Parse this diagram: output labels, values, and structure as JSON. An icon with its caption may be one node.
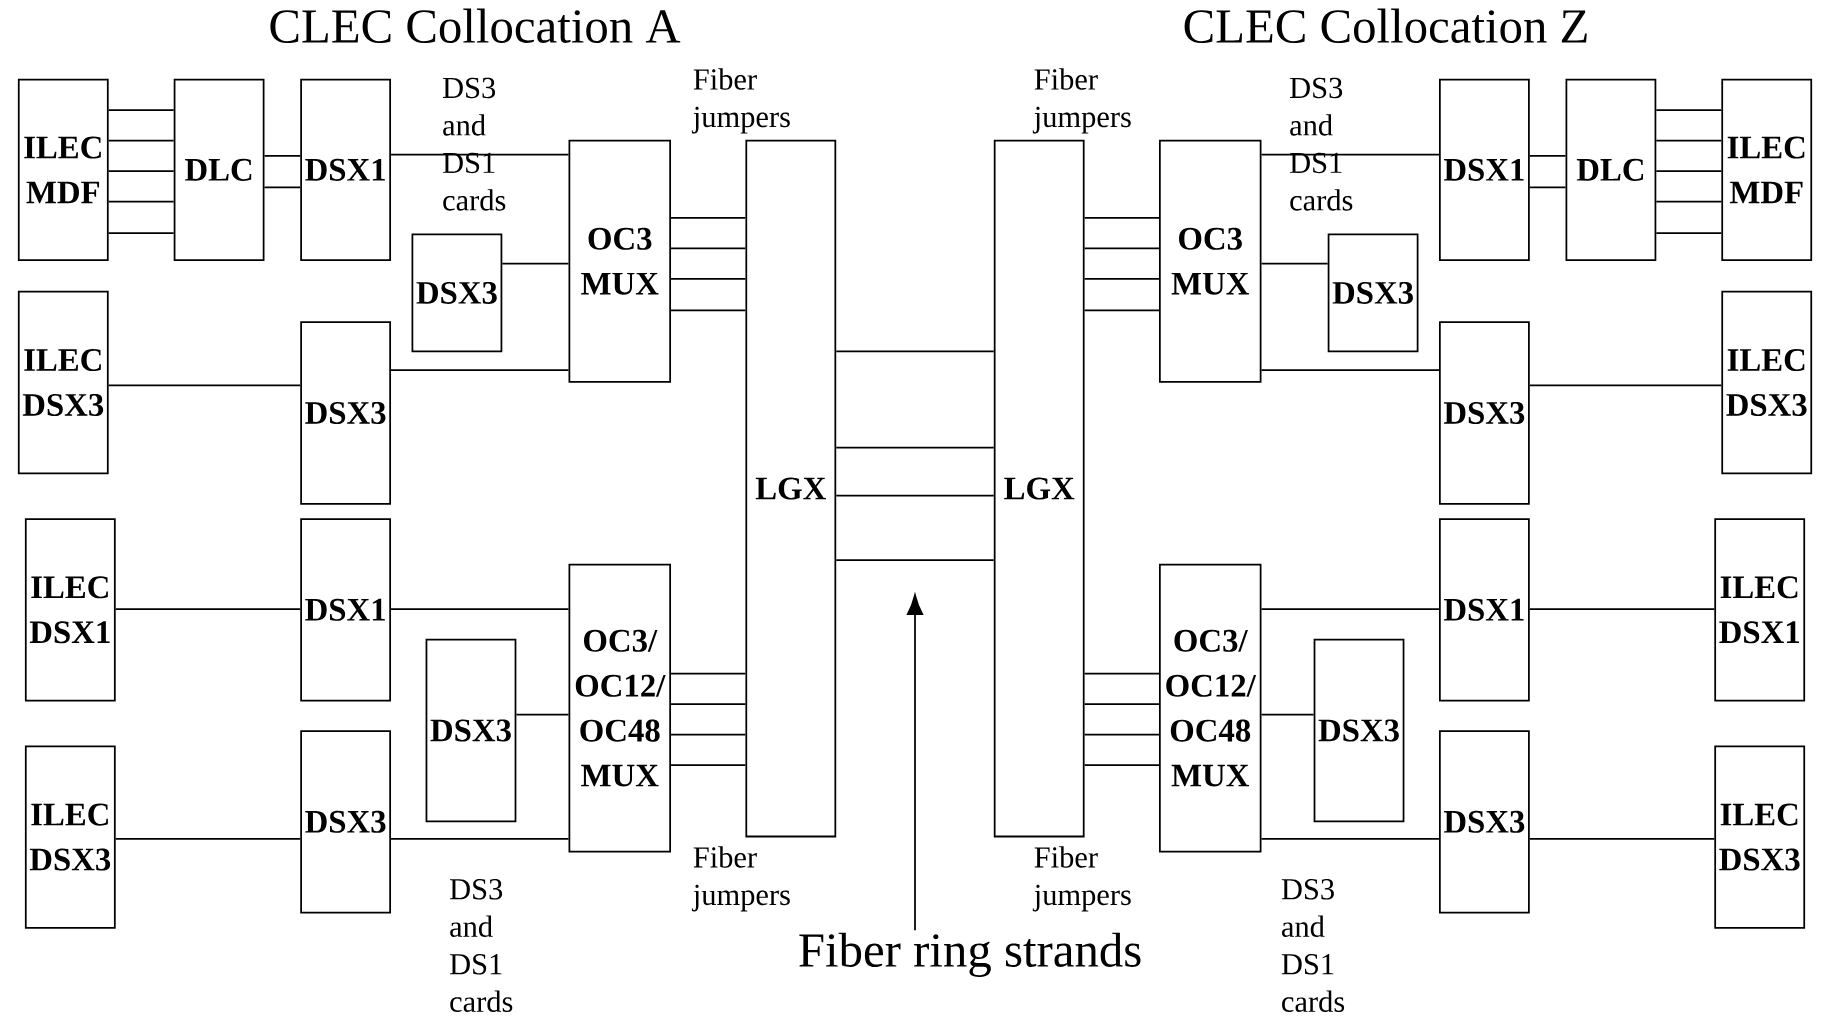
{
  "diagram": {
    "nodes": [
      {
        "text": [
          "ILEC MDF"
        ]
      },
      {
        "text": [
          "DLC"
        ]
      },
      {
        "text": [
          "DSX1"
        ]
      },
      {
        "text": [
          "DSX3"
        ]
      },
      {
        "text": [
          "OC3 MUX"
        ]
      },
      {
        "text": [
          "ILEC DSX3"
        ]
      },
      {
        "text": [
          "DSX3"
        ]
      },
      {
        "text": [
          "LGX"
        ]
      },
      {
        "text": [
          "ILEC DSX1"
        ]
      },
      {
        "text": [
          "DSX1"
        ]
      },
      {
        "text": [
          "DSX3"
        ]
      },
      {
        "text": [
          "OC3/ OC12/ OC48 MUX"
        ]
      },
      {
        "text": [
          "ILEC DSX3"
        ]
      },
      {
        "text": [
          "DSX3"
        ]
      },
      {
        "text": [
          "LGX"
        ]
      },
      {
        "text": [
          "OC3 MUX"
        ]
      },
      {
        "text": [
          "DSX3"
        ]
      },
      {
        "text": [
          "DSX1"
        ]
      },
      {
        "text": [
          "DLC"
        ]
      },
      {
        "text": [
          "ILEC MDF"
        ]
      },
      {
        "text": [
          "DSX3"
        ]
      },
      {
        "text": [
          "ILEC DSX3"
        ]
      },
      {
        "text": [
          "OC3/ OC12/ OC48 MUX"
        ]
      },
      {
        "text": [
          "DSX3"
        ]
      },
      {
        "text": [
          "DSX1"
        ]
      },
      {
        "text": [
          "ILEC DSX1"
        ]
      },
      {
        "text": [
          "DSX3"
        ]
      },
      {
        "text": [
          "ILEC DSX3"
        ]
      },
      {
        "text": [
          "Fiber ring strands"
        ]
      }
    ],
    "edges": [
      {
        "from": 0,
        "to": 1,
        "arrow": "none"
      },
      {
        "from": 0,
        "to": 1,
        "arrow": "none"
      },
      {
        "from": 0,
        "to": 1,
        "arrow": "none"
      },
      {
        "from": 0,
        "to": 1,
        "arrow": "none"
      },
      {
        "from": 0,
        "to": 1,
        "arrow": "none"
      },
      {
        "from": 1,
        "to": 2,
        "arrow": "none"
      },
      {
        "from": 1,
        "to": 2,
        "arrow": "none"
      },
      {
        "from": 2,
        "to": 4,
        "arrow": "none"
      },
      {
        "from": 3,
        "to": 4,
        "arrow": "none"
      },
      {
        "from": 5,
        "to": 6,
        "arrow": "none"
      },
      {
        "from": 6,
        "to": 4,
        "arrow": "none"
      },
      {
        "from": 4,
        "to": 7,
        "arrow": "none"
      },
      {
        "from": 4,
        "to": 7,
        "arrow": "none"
      },
      {
        "from": 4,
        "to": 7,
        "arrow": "none"
      },
      {
        "from": 4,
        "to": 7,
        "arrow": "none"
      },
      {
        "from": 7,
        "to": 14,
        "arrow": "none"
      },
      {
        "from": 7,
        "to": 14,
        "arrow": "none"
      },
      {
        "from": 7,
        "to": 14,
        "arrow": "none"
      },
      {
        "from": 7,
        "to": 14,
        "arrow": "none"
      },
      {
        "from": 8,
        "to": 9,
        "arrow": "none"
      },
      {
        "from": 9,
        "to": 11,
        "arrow": "none"
      },
      {
        "from": 10,
        "to": 11,
        "arrow": "none"
      },
      {
        "from": 12,
        "to": 13,
        "arrow": "none"
      },
      {
        "from": 13,
        "to": 11,
        "arrow": "none"
      },
      {
        "from": 11,
        "to": 7,
        "arrow": "none"
      },
      {
        "from": 11,
        "to": 7,
        "arrow": "none"
      },
      {
        "from": 11,
        "to": 7,
        "arrow": "none"
      },
      {
        "from": 11,
        "to": 7,
        "arrow": "none"
      },
      {
        "from": 14,
        "to": 15,
        "arrow": "none"
      },
      {
        "from": 14,
        "to": 15,
        "arrow": "none"
      },
      {
        "from": 14,
        "to": 15,
        "arrow": "none"
      },
      {
        "from": 14,
        "to": 15,
        "arrow": "none"
      },
      {
        "from": 15,
        "to": 17,
        "arrow": "none"
      },
      {
        "from": 15,
        "to": 16,
        "arrow": "none"
      },
      {
        "from": 15,
        "to": 20,
        "arrow": "none"
      },
      {
        "from": 17,
        "to": 18,
        "arrow": "none"
      },
      {
        "from": 17,
        "to": 18,
        "arrow": "none"
      },
      {
        "from": 18,
        "to": 19,
        "arrow": "none"
      },
      {
        "from": 18,
        "to": 19,
        "arrow": "none"
      },
      {
        "from": 18,
        "to": 19,
        "arrow": "none"
      },
      {
        "from": 18,
        "to": 19,
        "arrow": "none"
      },
      {
        "from": 18,
        "to": 19,
        "arrow": "none"
      },
      {
        "from": 20,
        "to": 21,
        "arrow": "none"
      },
      {
        "from": 14,
        "to": 22,
        "arrow": "none"
      },
      {
        "from": 14,
        "to": 22,
        "arrow": "none"
      },
      {
        "from": 14,
        "to": 22,
        "arrow": "none"
      },
      {
        "from": 14,
        "to": 22,
        "arrow": "none"
      },
      {
        "from": 22,
        "to": 24,
        "arrow": "none"
      },
      {
        "from": 24,
        "to": 25,
        "arrow": "none"
      },
      {
        "from": 22,
        "to": 23,
        "arrow": "none"
      },
      {
        "from": 22,
        "to": 26,
        "arrow": "none"
      },
      {
        "from": 26,
        "to": 27,
        "arrow": "none"
      },
      {
        "from": 28,
        "to": null,
        "arrow": "to"
      }
    ],
    "labels": [
      "CLEC Collocation A",
      "CLEC Collocation Z",
      "DS3 and DS1 cards",
      "Fiber jumpers",
      "Fiber jumpers",
      "DS3 and DS1 cards",
      "Fiber jumpers",
      "Fiber jumpers",
      "DS3 and DS1 cards",
      "DS3 and DS1 cards"
    ]
  }
}
